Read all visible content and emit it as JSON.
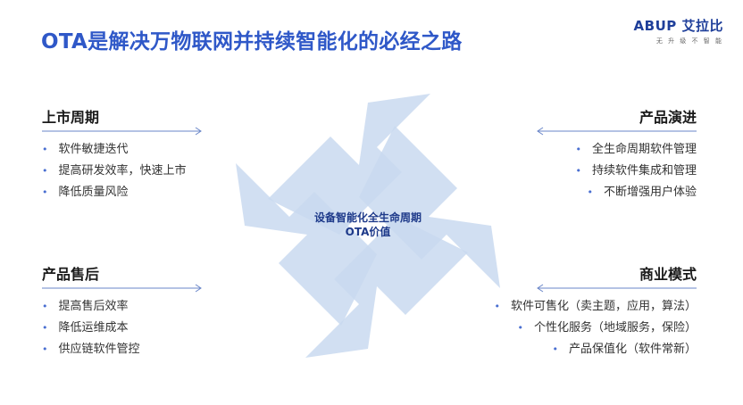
{
  "header": {
    "title": "OTA是解决万物联网并持续智能化的必经之路",
    "logo_main": "ABUP 艾拉比",
    "logo_sub": "无 升 级   不 智 能"
  },
  "center": {
    "line1": "设备智能化全生命周期",
    "line2": "OTA价值"
  },
  "quadrants": {
    "top_left": {
      "title": "上市周期",
      "items": [
        "软件敏捷迭代",
        "提高研发效率，快速上市",
        "降低质量风险"
      ]
    },
    "top_right": {
      "title": "产品演进",
      "items": [
        "全生命周期软件管理",
        "持续软件集成和管理",
        "不断增强用户体验"
      ]
    },
    "bottom_left": {
      "title": "产品售后",
      "items": [
        "提高售后效率",
        "降低运维成本",
        "供应链软件管控"
      ]
    },
    "bottom_right": {
      "title": "商业模式",
      "items": [
        "软件可售化（卖主题，应用，算法）",
        "个性化服务（地域服务，保险）",
        "产品保值化（软件常新）"
      ]
    }
  },
  "colors": {
    "title": "#2f58c8",
    "arrow_fill": "#c9d9f0",
    "accent": "#4a6fd1"
  }
}
